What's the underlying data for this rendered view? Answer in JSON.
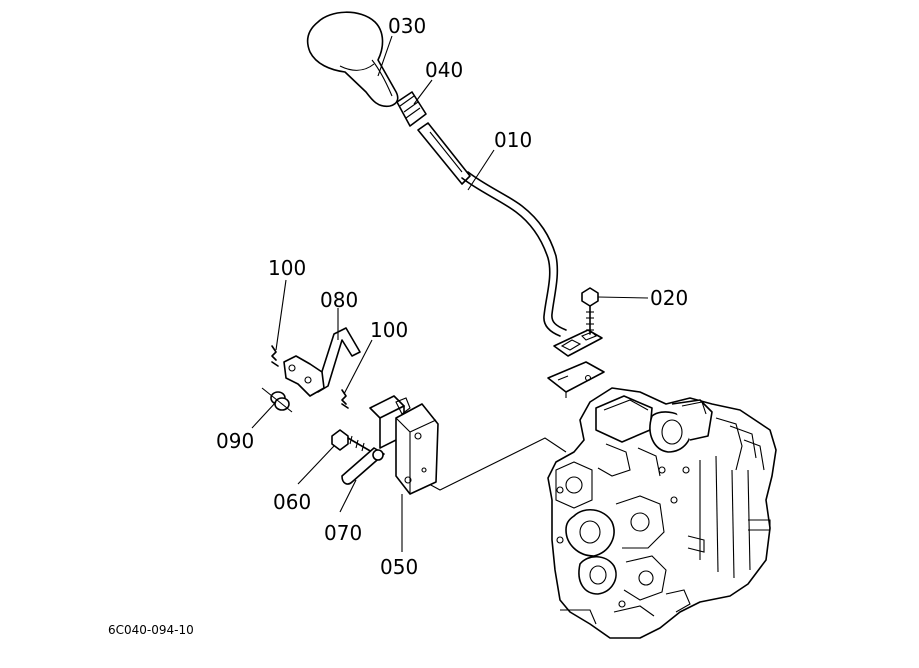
{
  "diagram": {
    "ref_code": "6C040-094-10",
    "parts": [
      {
        "id": "p010",
        "label": "010"
      },
      {
        "id": "p020",
        "label": "020"
      },
      {
        "id": "p030",
        "label": "030"
      },
      {
        "id": "p040",
        "label": "040"
      },
      {
        "id": "p050",
        "label": "050"
      },
      {
        "id": "p060",
        "label": "060"
      },
      {
        "id": "p070",
        "label": "070"
      },
      {
        "id": "p080",
        "label": "080"
      },
      {
        "id": "p090",
        "label": "090"
      },
      {
        "id": "p100a",
        "label": "100"
      },
      {
        "id": "p100b",
        "label": "100"
      }
    ]
  }
}
